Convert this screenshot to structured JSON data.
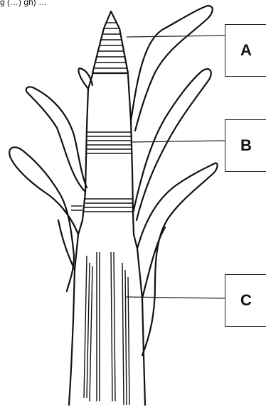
{
  "caption": "g (…) gh) …",
  "labels": [
    {
      "id": "A",
      "text": "A"
    },
    {
      "id": "B",
      "text": "B"
    },
    {
      "id": "C",
      "text": "C"
    }
  ],
  "colors": {
    "ink": "#111111",
    "background": "#ffffff"
  }
}
